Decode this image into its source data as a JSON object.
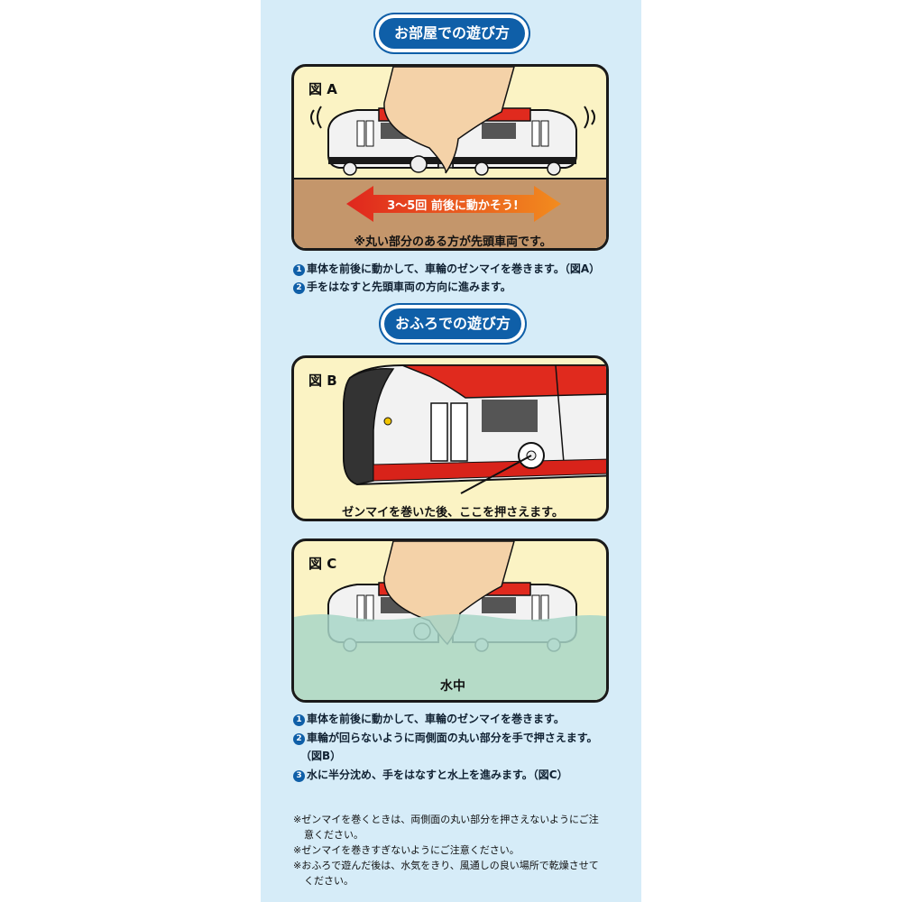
{
  "section_room": {
    "title": "お部屋での遊び方"
  },
  "figA": {
    "label": "図 A",
    "arrow_text": "3〜5回 前後に動かそう!",
    "note": "※丸い部分のある方が先頭車両です。"
  },
  "room_steps": [
    {
      "num": "1",
      "text": "車体を前後に動かして、車輪のゼンマイを巻きます。（図A）"
    },
    {
      "num": "2",
      "text": "手をはなすと先頭車両の方向に進みます。"
    }
  ],
  "section_bath": {
    "title": "おふろでの遊び方"
  },
  "figB": {
    "label": "図 B",
    "caption": "ゼンマイを巻いた後、ここを押さえます。"
  },
  "figC": {
    "label": "図 C",
    "water_label": "水中"
  },
  "bath_steps": [
    {
      "num": "1",
      "text": "車体を前後に動かして、車輪のゼンマイを巻きます。"
    },
    {
      "num": "2",
      "text": "車輪が回らないように両側面の丸い部分を手で押さえます。"
    },
    {
      "num": "",
      "text": "（図B）"
    },
    {
      "num": "3",
      "text": "水に半分沈め、手をはなすと水上を進みます。（図C）"
    }
  ],
  "footnotes": [
    {
      "line1": "※ゼンマイを巻くときは、両側面の丸い部分を押さえないようにご注",
      "line2": "意ください。"
    },
    {
      "line1": "※ゼンマイを巻きすぎないようにご注意ください。",
      "line2": ""
    },
    {
      "line1": "※おふろで遊んだ後は、水気をきり、風通しの良い場所で乾燥させて",
      "line2": "ください。"
    }
  ],
  "colors": {
    "strip": "#d6ecf8",
    "pill": "#0f5fa8",
    "train_red": "#e02a1e",
    "floor": "#c4966b",
    "water": "#a8d6c8",
    "panel_bg": "#fbf3c4"
  }
}
